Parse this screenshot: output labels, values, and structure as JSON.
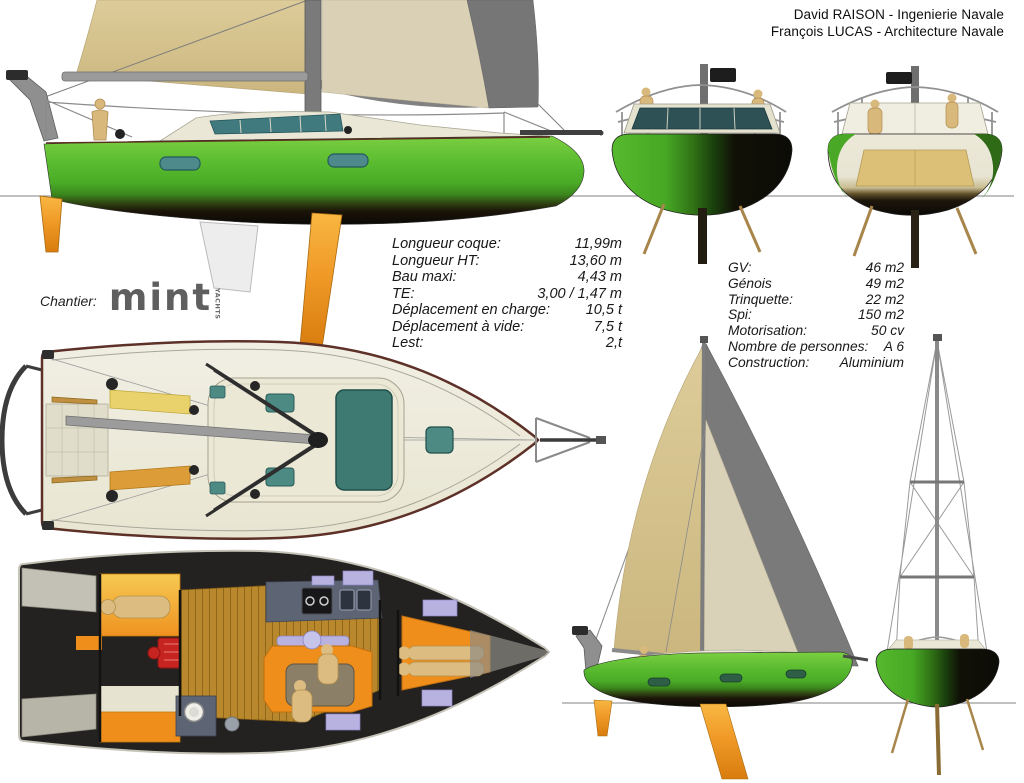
{
  "header": {
    "line1": "David RAISON - Ingenierie Navale",
    "line2": "François LUCAS - Architecture Navale"
  },
  "builder": {
    "label": "Chantier:",
    "brand": "mint",
    "brand_vertical": "YACHTS"
  },
  "specs": {
    "hull": [
      {
        "label": "Longueur coque:",
        "value": "11,99m"
      },
      {
        "label": "Longueur HT:",
        "value": "13,60 m"
      },
      {
        "label": "Bau maxi:",
        "value": "4,43 m"
      },
      {
        "label": "TE:",
        "value": "3,00 / 1,47 m"
      },
      {
        "label": "Déplacement en charge:",
        "value": "10,5 t"
      },
      {
        "label": "Déplacement à vide:",
        "value": "7,5 t"
      },
      {
        "label": "Lest:",
        "value": "2,t"
      }
    ],
    "rig": [
      {
        "label": "GV:",
        "value": "46 m2"
      },
      {
        "label": "Génois",
        "value": "49 m2"
      },
      {
        "label": "Trinquette:",
        "value": "22 m2"
      },
      {
        "label": "Spi:",
        "value": "150 m2"
      },
      {
        "label": "Motorisation:",
        "value": "50 cv"
      },
      {
        "label": "Nombre de personnes:",
        "value": "A 6"
      },
      {
        "label": "Construction:",
        "value": "Aluminium"
      }
    ]
  },
  "colors": {
    "hull_green": "#50b428",
    "hull_dark_bottom": "#0c0a06",
    "sail_tan": "#d6c491",
    "sail_gray": "#7a7a7a",
    "keel_orange": "#f09a28",
    "deck_cream": "#ece9d8",
    "window_teal": "#4d8a84",
    "interior_orange": "#ef8e1b",
    "interior_lavender": "#b8b2e0",
    "interior_wood": "#b9882c",
    "engine_red": "#c62420",
    "waterline_gray": "#9a9a9a"
  }
}
